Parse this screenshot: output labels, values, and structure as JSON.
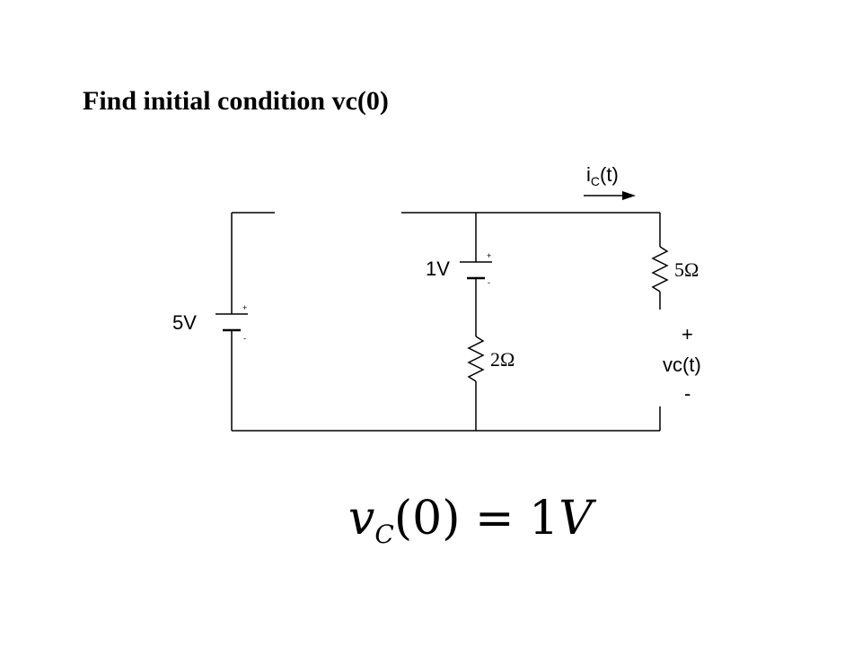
{
  "slide": {
    "title": "Find initial condition vc(0)"
  },
  "circuit": {
    "source_left": {
      "label": "5V",
      "plus": "+",
      "minus": "-"
    },
    "source_mid": {
      "label": "1V",
      "plus": "+",
      "minus": "-"
    },
    "resistor_mid": {
      "label": "2Ω"
    },
    "resistor_right": {
      "label": "5Ω"
    },
    "current": {
      "main": "i",
      "sub": "C",
      "tail": "(t)"
    },
    "cap_voltage": {
      "plus": "+",
      "label": "vc(t)",
      "minus": "-"
    }
  },
  "result": {
    "v": "v",
    "sub": "C",
    "rest": "(0) = 1",
    "unit": "V"
  }
}
